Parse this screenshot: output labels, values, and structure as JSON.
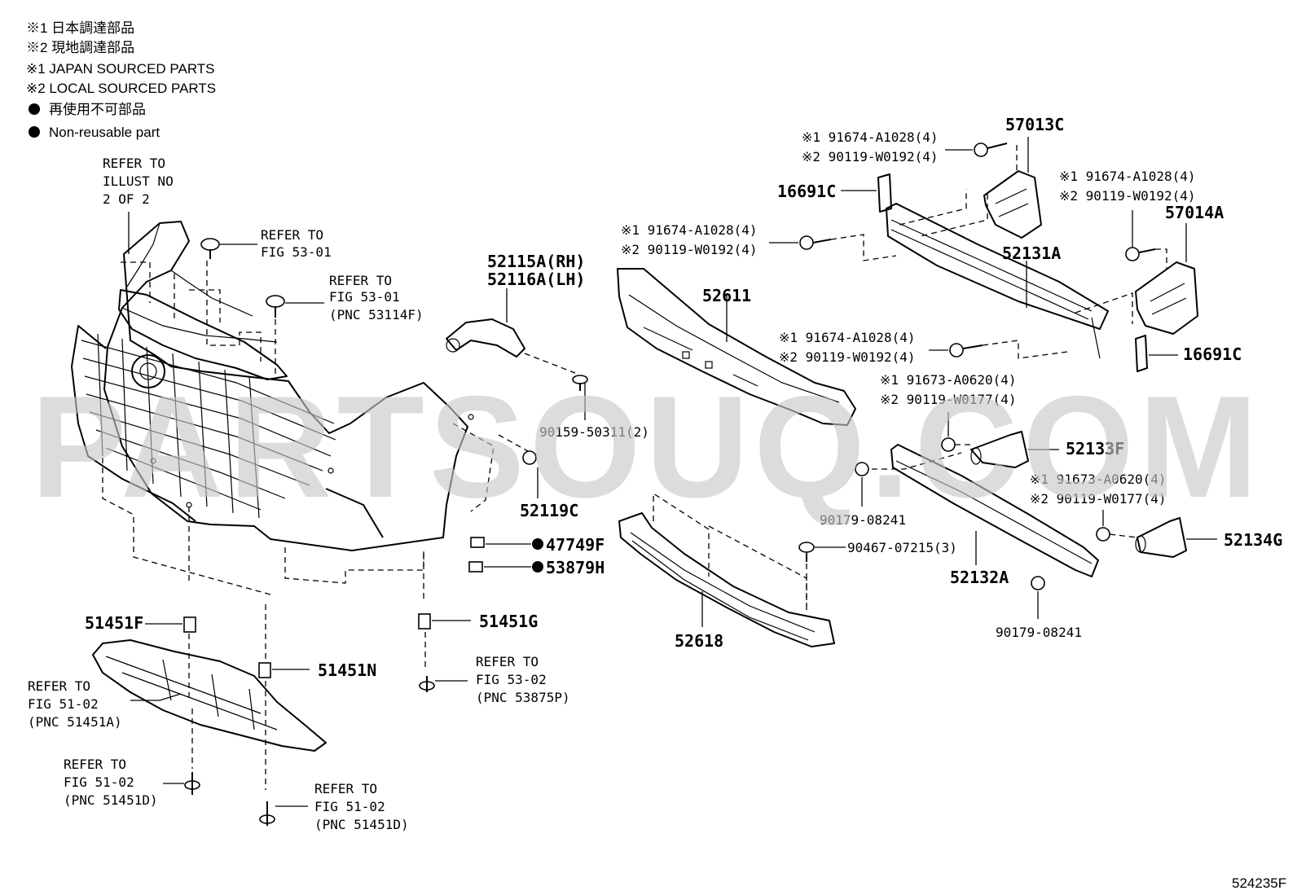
{
  "legend": {
    "line1": "※1 日本調達部品",
    "line2": "※2 現地調達部品",
    "line3": "※1 JAPAN SOURCED PARTS",
    "line4": "※2 LOCAL SOURCED PARTS",
    "line5": "再使用不可部品",
    "line6": "Non-reusable part"
  },
  "watermark": "PARTSOUQ.COM",
  "illustration_id": "524235F",
  "refer_illust": [
    "REFER TO",
    "ILLUST NO",
    "2 OF 2"
  ],
  "refer_53_01_a": [
    "REFER TO",
    "FIG 53-01"
  ],
  "refer_53_01_b": [
    "REFER TO",
    "FIG 53-01",
    "(PNC 53114F)"
  ],
  "refer_51_02_a": [
    "REFER TO",
    "FIG 51-02",
    "(PNC 51451A)"
  ],
  "refer_51_02_b": [
    "REFER TO",
    "FIG 51-02",
    "(PNC 51451D)"
  ],
  "refer_51_02_c": [
    "REFER TO",
    "FIG 51-02",
    "(PNC 51451D)"
  ],
  "refer_53_02": [
    "REFER TO",
    "FIG 53-02",
    "(PNC 53875P)"
  ],
  "labels": {
    "p57013C": "57013C",
    "p16691C_top": "16691C",
    "p57014A": "57014A",
    "p52131A": "52131A",
    "p16691C_right": "16691C",
    "p52611": "52611",
    "p52115A": "52115A(RH)",
    "p52116A": "52116A(LH)",
    "p90159": "90159-50311(2)",
    "p52119C": "52119C",
    "p47749F": "47749F",
    "p53879H": "53879H",
    "p51451F": "51451F",
    "p51451G": "51451G",
    "p51451N": "51451N",
    "p52618": "52618",
    "p52133F": "52133F",
    "p52134G": "52134G",
    "p52132A": "52132A",
    "p90179_a": "90179-08241",
    "p90179_b": "90179-08241",
    "p90467": "90467-07215(3)"
  },
  "bolt_group_a": [
    "※1 91674-A1028(4)",
    "※2 90119-W0192(4)"
  ],
  "bolt_group_b": [
    "※1 91674-A1028(4)",
    "※2 90119-W0192(4)"
  ],
  "bolt_group_c": [
    "※1 91674-A1028(4)",
    "※2 90119-W0192(4)"
  ],
  "bolt_group_d": [
    "※1 91674-A1028(4)",
    "※2 90119-W0192(4)"
  ],
  "bolt_group_e": [
    "※1 91673-A0620(4)",
    "※2 90119-W0177(4)"
  ],
  "bolt_group_f": [
    "※1 91673-A0620(4)",
    "※2 90119-W0177(4)"
  ]
}
